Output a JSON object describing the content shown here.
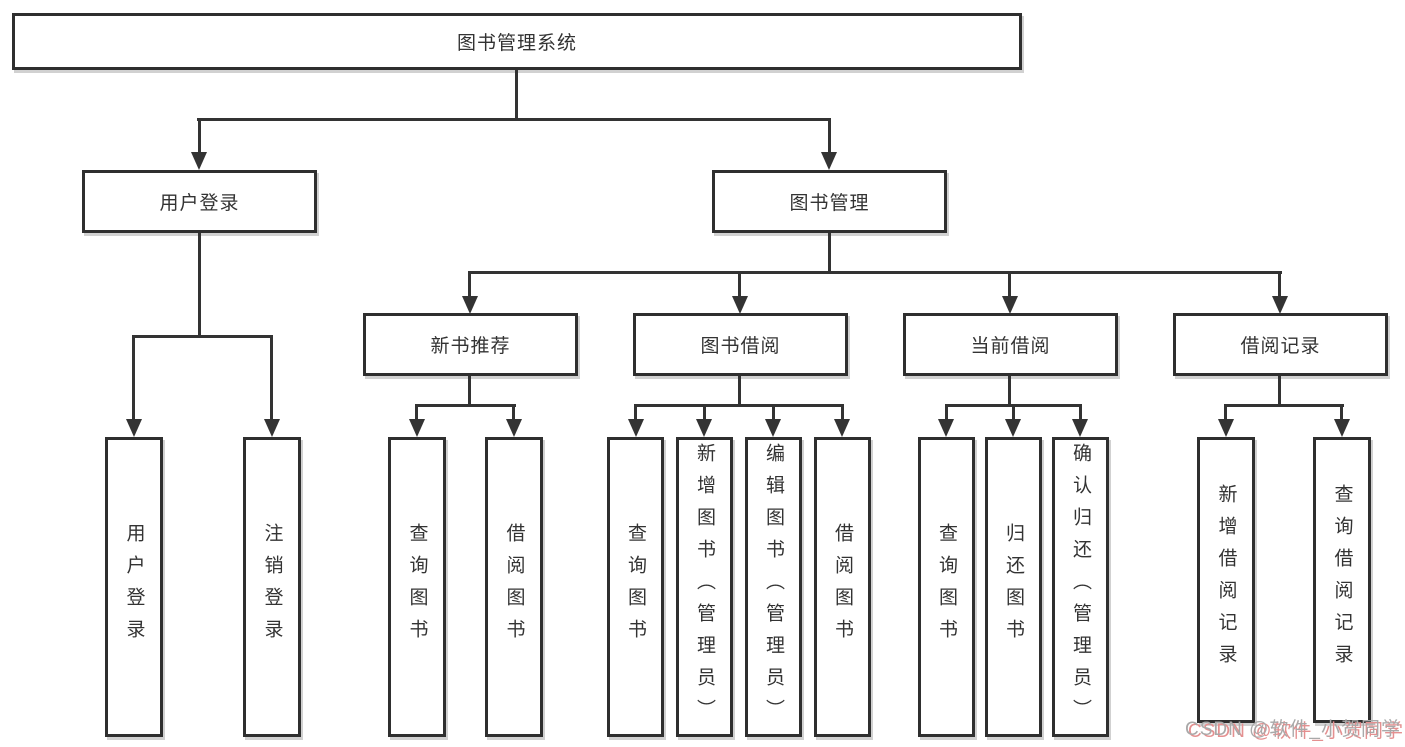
{
  "nodes": {
    "root": "图书管理系统",
    "level2": {
      "user_login": "用户登录",
      "book_mgmt": "图书管理"
    },
    "level3": {
      "new_book": "新书推荐",
      "book_borrow": "图书借阅",
      "current_borrow": "当前借阅",
      "borrow_record": "借阅记录"
    },
    "leaves": {
      "user_login": [
        "用户登录",
        "注销登录"
      ],
      "new_book": [
        "查询图书",
        "借阅图书"
      ],
      "book_borrow": [
        "查询图书",
        "新增图书（管理员）",
        "编辑图书（管理员）",
        "借阅图书"
      ],
      "current_borrow": [
        "查询图书",
        "归还图书",
        "确认归还（管理员）"
      ],
      "borrow_record": [
        "新增借阅记录",
        "查询借阅记录"
      ]
    }
  },
  "watermark": {
    "text": "CSDN @软件_小贺同学"
  },
  "colors": {
    "line": "#333333",
    "box_border": "#2f2f2f",
    "text": "#333333",
    "background": "#ffffff",
    "watermark_gray": "#a9a9a9",
    "watermark_red": "#e49090"
  }
}
